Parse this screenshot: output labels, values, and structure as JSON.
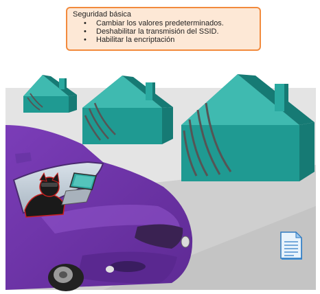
{
  "callout": {
    "title": "Seguridad básica",
    "items": [
      "Cambiar los valores predeterminados.",
      "Deshabilitar la transmisión del SSID.",
      "Habilitar la encriptación"
    ]
  },
  "icons": {
    "houses": "house-icon",
    "car": "car-icon",
    "hacker": "hacker-icon",
    "laptop": "laptop-icon",
    "document": "document-icon",
    "signal": "wireless-signal-icon"
  },
  "colors": {
    "callout_border": "#f28a3c",
    "callout_fill": "#fde8d6",
    "house": "#1f9a92",
    "car": "#8a3fc0",
    "road": "#cfcfcf",
    "background": "#e4e4e4"
  }
}
